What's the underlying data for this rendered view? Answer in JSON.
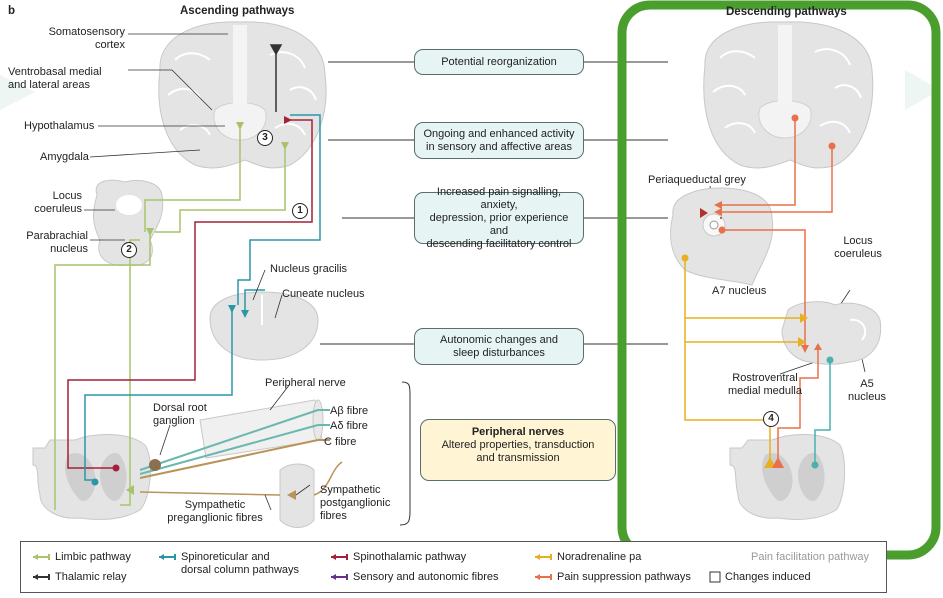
{
  "panel_letter": "b",
  "titles": {
    "ascending": "Ascending pathways",
    "descending": "Descending pathways"
  },
  "left_labels": {
    "somatosensory": [
      "Somatosensory",
      "cortex"
    ],
    "ventrobasal": [
      "Ventrobasal medial",
      "and lateral areas"
    ],
    "hypothalamus": "Hypothalamus",
    "amygdala": "Amygdala",
    "locus_coeruleus": [
      "Locus",
      "coeruleus"
    ],
    "parabrachial": [
      "Parabrachial",
      "nucleus"
    ],
    "nucleus_gracilis": "Nucleus gracilis",
    "cuneate": "Cuneate nucleus",
    "peripheral_nerve": "Peripheral nerve",
    "dorsal_root": [
      "Dorsal root",
      "ganglion"
    ],
    "a_beta": "Aβ fibre",
    "a_delta": "Aδ fibre",
    "c_fibre": "C fibre",
    "symp_pre": [
      "Sympathetic",
      "preganglionic fibres"
    ],
    "symp_post": [
      "Sympathetic",
      "postganglionic",
      "fibres"
    ]
  },
  "right_labels": {
    "pag": "Periaqueductal grey",
    "locus_coeruleus": [
      "Locus",
      "coeruleus"
    ],
    "a7": "A7 nucleus",
    "rvm": [
      "Rostroventral",
      "medial medulla"
    ],
    "a5": [
      "A5",
      "nucleus"
    ]
  },
  "center_boxes": [
    {
      "text": [
        "Potential reorganization"
      ]
    },
    {
      "text": [
        "Ongoing and enhanced activity",
        "in sensory and affective areas"
      ]
    },
    {
      "text": [
        "Increased pain signalling, anxiety,",
        "depression, prior experience and",
        "descending facilitatory control"
      ]
    },
    {
      "text": [
        "Autonomic changes and",
        "sleep disturbances"
      ]
    }
  ],
  "peripheral_box": {
    "title": "Peripheral nerves",
    "text": [
      "Altered properties, transduction",
      "and transmission"
    ]
  },
  "numbers": [
    "1",
    "2",
    "3",
    "4"
  ],
  "legend": [
    {
      "label": "Limbic pathway",
      "color": "#a7c36b"
    },
    {
      "label": "Thalamic relay",
      "color": "#333333"
    },
    {
      "label": "Spinoreticular and",
      "label2": "dorsal column pathways",
      "color": "#2a97a8"
    },
    {
      "label": "Spinothalamic pathway",
      "color": "#a3203a"
    },
    {
      "label": "Sensory and autonomic fibres",
      "color": "#6a2e90"
    },
    {
      "label": "Noradrenaline pa",
      "color": "#e8b020"
    },
    {
      "label": "Pain suppression pathways",
      "color": "#e8704a"
    },
    {
      "label": "Changes induced",
      "color": "#ffffff"
    },
    {
      "label": "Pain facilitation pathway",
      "color": "#b03030"
    }
  ],
  "colors": {
    "highlight": "#4a9e2e",
    "limbic": "#a7c36b",
    "teal": "#2a97a8",
    "crimson": "#a3203a",
    "orange": "#e8b020",
    "salmon": "#e8704a",
    "tissue": "#e4e4e4",
    "brown": "#b8935a"
  }
}
